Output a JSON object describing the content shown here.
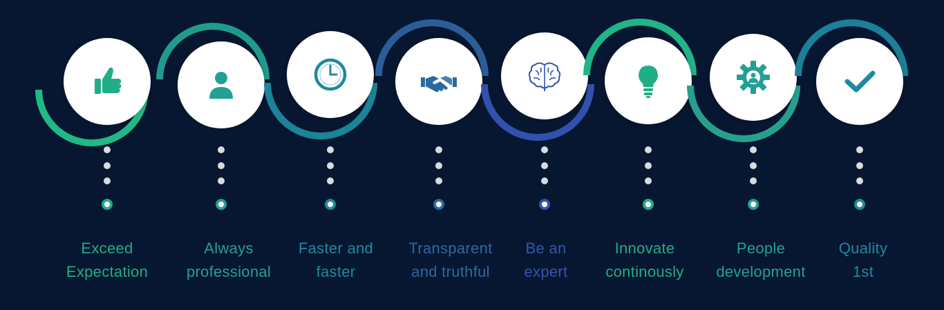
{
  "values": [
    {
      "key": "exceed",
      "lines": [
        "Exceed",
        "Expectation"
      ],
      "icon": "thumbs-up-icon",
      "color": "#1fae85",
      "arc_color": "#20b986"
    },
    {
      "key": "professional",
      "lines": [
        "Always",
        "professional"
      ],
      "icon": "person-icon",
      "color": "#23a094",
      "arc_color": "#1f9b8c"
    },
    {
      "key": "faster",
      "lines": [
        "Faster and",
        "faster"
      ],
      "icon": "clock-icon",
      "color": "#1e8aa0",
      "arc_color": "#1c8497"
    },
    {
      "key": "transparent",
      "lines": [
        "Transparent",
        "and truthful"
      ],
      "icon": "handshake-icon",
      "color": "#2a6aa0",
      "arc_color": "#2c5d99"
    },
    {
      "key": "expert",
      "lines": [
        "Be an",
        "expert"
      ],
      "icon": "brain-icon",
      "color": "#3455b0",
      "arc_color": "#3250ad"
    },
    {
      "key": "innovate",
      "lines": [
        "Innovate",
        "continously"
      ],
      "icon": "lightbulb-icon",
      "color": "#1fae85",
      "arc_color": "#21b487"
    },
    {
      "key": "people",
      "lines": [
        "People",
        "development"
      ],
      "icon": "gear-person-icon",
      "color": "#23a094",
      "arc_color": "#26a08c"
    },
    {
      "key": "quality",
      "lines": [
        "Quality",
        "1st"
      ],
      "icon": "checkmark-icon",
      "color": "#1e8aa0",
      "arc_color": "#1d7f98"
    }
  ]
}
